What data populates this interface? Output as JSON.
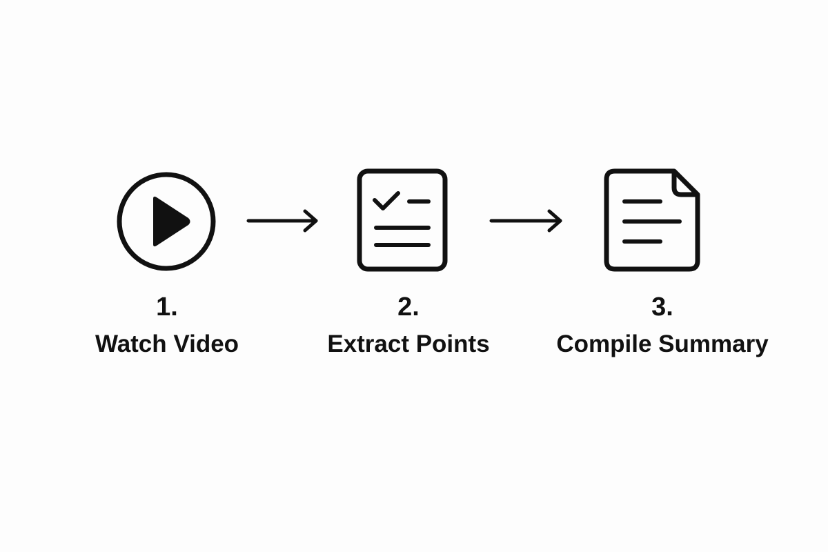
{
  "steps": [
    {
      "number": "1.",
      "label": "Watch Video",
      "icon": "play-circle-icon"
    },
    {
      "number": "2.",
      "label": "Extract Points",
      "icon": "checklist-document-icon"
    },
    {
      "number": "3.",
      "label": "Compile Summary",
      "icon": "summary-document-icon"
    }
  ],
  "colors": {
    "stroke": "#111111",
    "background": "#fdfdfd"
  }
}
